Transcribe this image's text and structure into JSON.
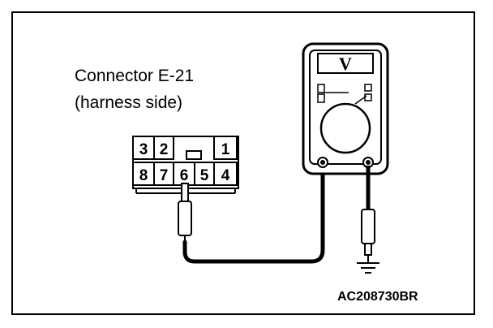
{
  "connector": {
    "title": "Connector E-21",
    "subtitle": "(harness side)",
    "top_pins": [
      "3",
      "2",
      "1"
    ],
    "bottom_pins": [
      "8",
      "7",
      "6",
      "5",
      "4"
    ]
  },
  "meter": {
    "mode": "V"
  },
  "figure_code": "AC208730BR"
}
